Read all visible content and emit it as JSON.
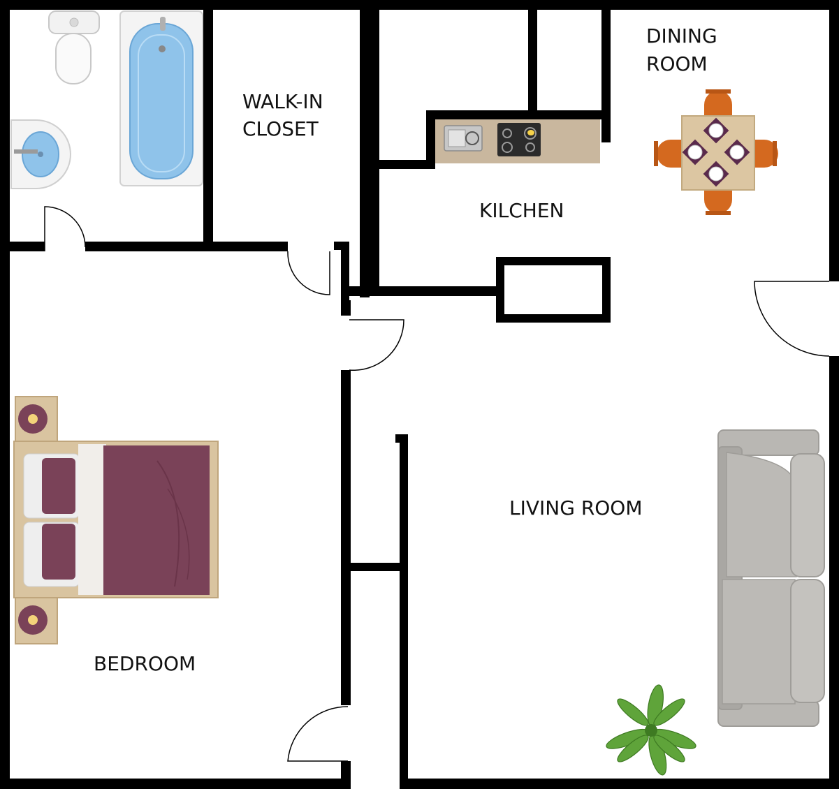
{
  "rooms": {
    "walk_in_closet": {
      "line1": "WALK-IN",
      "line2": "CLOSET"
    },
    "dining_room": {
      "line1": "DINING",
      "line2": "ROOM"
    },
    "kitchen": {
      "label": "KILCHEN"
    },
    "living_room": {
      "label": "LIVING ROOM"
    },
    "bedroom": {
      "label": "BEDROOM"
    }
  },
  "colors": {
    "wall": "#000000",
    "floor": "#ffffff",
    "bed_cover": "#7a4258",
    "wood": "#d9c4a0",
    "sofa": "#b9b7b3",
    "sofa_dark": "#a9a7a3",
    "table_top": "#dcc6a2",
    "chair": "#d4691f",
    "tub_water": "#8fc3ea",
    "counter": "#c9b79e",
    "cooktop": "#2b2b2b",
    "plant": "#5fa43a"
  },
  "icons": {
    "toilet": "toilet-icon",
    "bathtub": "bathtub-icon",
    "sink": "sink-icon",
    "bed": "bed-icon",
    "nightstand": "nightstand-icon",
    "kitchen_sink": "kitchen-sink-icon",
    "cooktop": "cooktop-icon",
    "dining_table": "dining-table-icon",
    "sofa": "sofa-icon",
    "plant": "plant-icon"
  }
}
